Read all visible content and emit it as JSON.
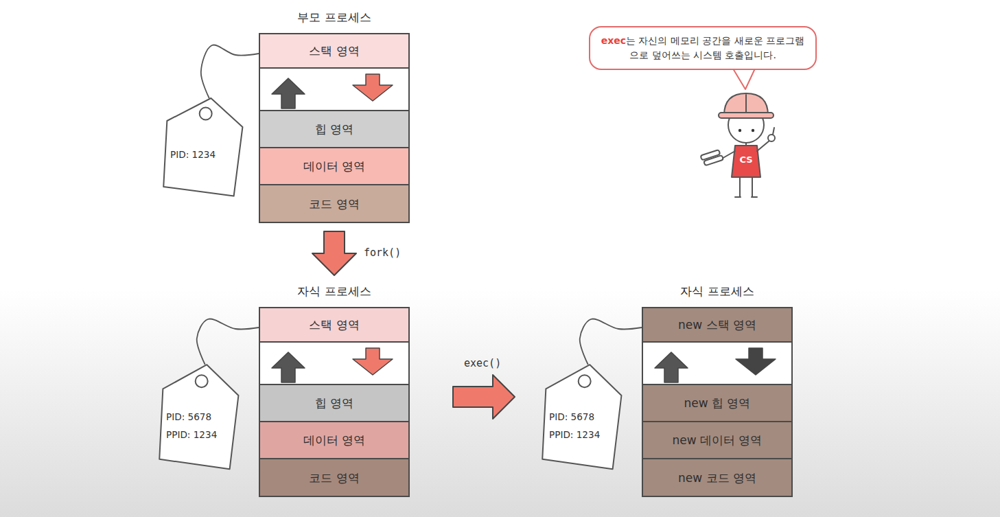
{
  "diagram": {
    "nodes": [
      {
        "text": [
          "부모 프로세스"
        ]
      },
      {
        "text": [
          "스택 영역"
        ],
        "in": 0
      },
      {
        "text": [
          "힙 영역"
        ],
        "in": 0
      },
      {
        "text": [
          "데이터 영역"
        ],
        "in": 0
      },
      {
        "text": [
          "코드 영역"
        ],
        "in": 0
      },
      {
        "text": [
          "PID: 1234"
        ]
      },
      {
        "text": [
          "자식 프로세스"
        ]
      },
      {
        "text": [
          "스택 영역"
        ],
        "in": 6
      },
      {
        "text": [
          "힙 영역"
        ],
        "in": 6
      },
      {
        "text": [
          "데이터 영역"
        ],
        "in": 6
      },
      {
        "text": [
          "코드 영역"
        ],
        "in": 6
      },
      {
        "text": [
          "PID: 5678",
          "PPID: 1234"
        ]
      },
      {
        "text": [
          "자식 프로세스"
        ]
      },
      {
        "text": [
          "new 스택 영역"
        ],
        "in": 12
      },
      {
        "text": [
          "new 힙 영역"
        ],
        "in": 12
      },
      {
        "text": [
          "new 데이터 영역"
        ],
        "in": 12
      },
      {
        "text": [
          "new 코드 영역"
        ],
        "in": 12
      },
      {
        "text": [
          "PID: 5678",
          "PPID: 1234"
        ]
      },
      {
        "text": [
          "exec는 자신의 메모리 공간을 새로운 프로그램으로 덮어쓰는 시스템 호출입니다."
        ]
      }
    ],
    "edges": [
      {
        "from": 5,
        "to": 0,
        "arrow": "none"
      },
      {
        "from": 0,
        "to": 6,
        "label": "fork()",
        "arrow": "to"
      },
      {
        "from": 11,
        "to": 6,
        "arrow": "none"
      },
      {
        "from": 6,
        "to": 12,
        "label": "exec()",
        "arrow": "to"
      },
      {
        "from": 17,
        "to": 12,
        "arrow": "none"
      }
    ],
    "labels": [
      "CS"
    ]
  }
}
